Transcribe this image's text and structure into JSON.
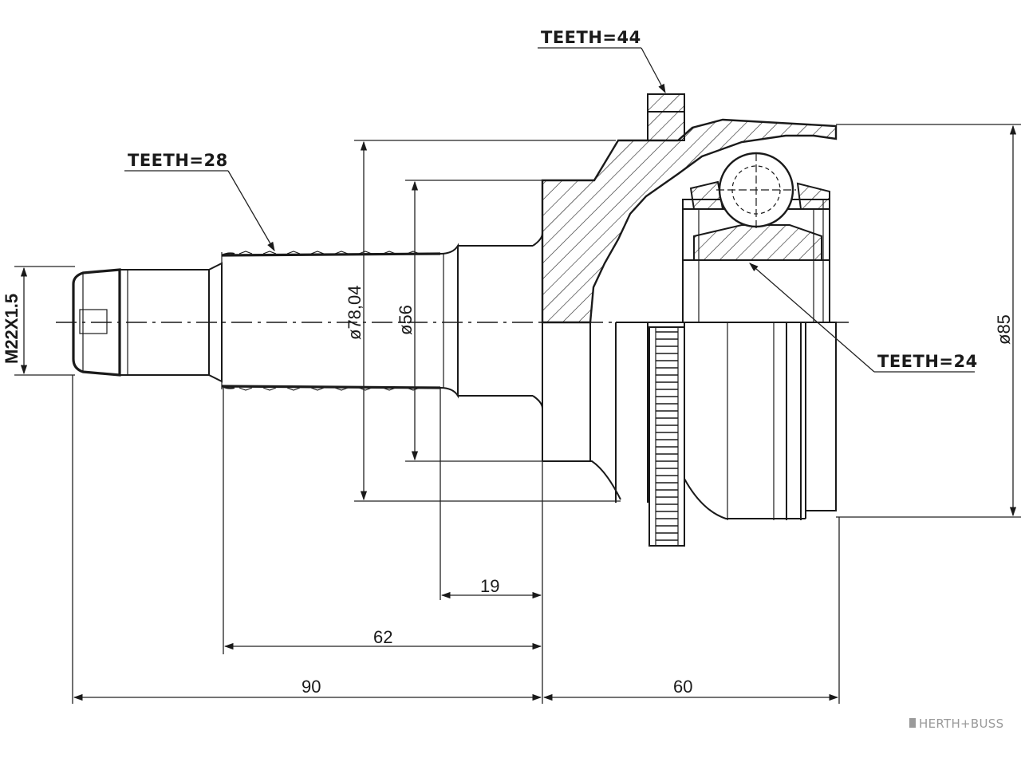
{
  "callouts": {
    "teeth_outer": "TEETH=44",
    "teeth_shaft": "TEETH=28",
    "teeth_inner": "TEETH=24"
  },
  "dimensions": {
    "thread": "M22X1.5",
    "dia_78": "ø78,04",
    "dia_56": "ø56",
    "dia_85": "ø85",
    "len_19": "19",
    "len_62": "62",
    "len_90": "90",
    "len_60": "60"
  },
  "brand": {
    "logo_text": "HERTH+BUSS"
  },
  "colors": {
    "line": "#1a1a1a",
    "brand": "#9a9a9a",
    "background": "#ffffff"
  }
}
